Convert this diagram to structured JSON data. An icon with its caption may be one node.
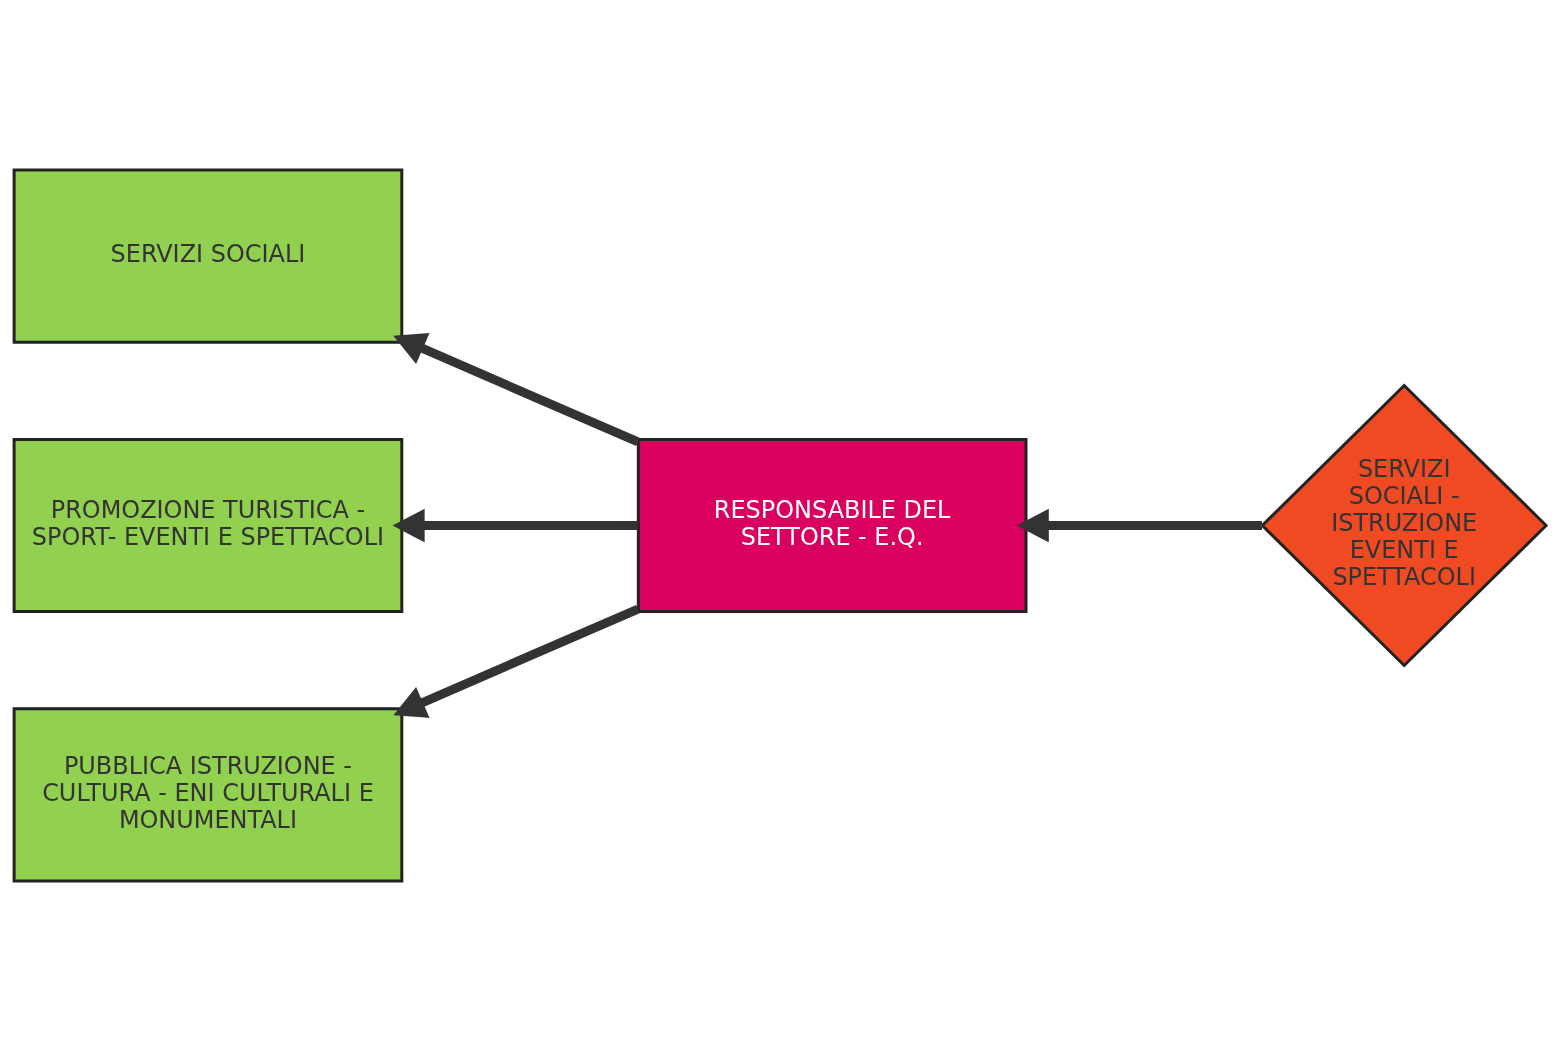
{
  "diagram": {
    "nodes": [
      {
        "text": [
          "SERVIZI SOCIALI"
        ]
      },
      {
        "text": [
          "PROMOZIONE TURISTICA - SPORT- EVENTI E SPETTACOLI"
        ]
      },
      {
        "text": [
          "RESPONSABILE DEL SETTORE - E.Q."
        ]
      },
      {
        "text": [
          "SERVIZI SOCIALI - ISTRUZIONE EVENTI E SPETTACOLI"
        ]
      },
      {
        "text": [
          "PUBBLICA ISTRUZIONE - CULTURA - ENI CULTURALI E MONUMENTALI"
        ]
      }
    ],
    "edges": [
      {
        "from": 2,
        "to": 0,
        "arrow": "to"
      },
      {
        "from": 2,
        "to": 1,
        "arrow": "to"
      },
      {
        "from": 2,
        "to": 4,
        "arrow": "to"
      },
      {
        "from": 3,
        "to": 2,
        "arrow": "to"
      }
    ]
  }
}
